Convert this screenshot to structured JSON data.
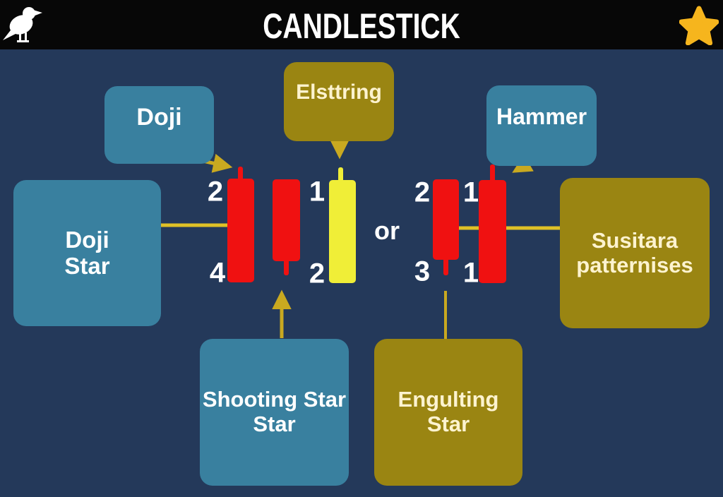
{
  "header": {
    "title": "CANDLESTICK",
    "left_icon": "bird-icon",
    "right_icon": "star-icon"
  },
  "colors": {
    "background": "#24395a",
    "header_bar": "#070707",
    "teal_box": "#39809f",
    "olive_box": "#9a8512",
    "red_candle": "#f01111",
    "yellow_candle": "#f0ee37",
    "connector": "#c9a920",
    "connector_line": "#dfc126",
    "connector_dot": "#f2b32b",
    "star": "#f6b51d",
    "text": "#ffffff"
  },
  "diagram": {
    "or_label": "or",
    "nodes": [
      {
        "id": "doji",
        "label": "Doji",
        "style": "teal"
      },
      {
        "id": "elsttring",
        "label": "Elsttring",
        "style": "olive"
      },
      {
        "id": "hammer",
        "label": "Hammer",
        "style": "teal"
      },
      {
        "id": "doji-star",
        "label": "Doji\nStar",
        "style": "teal"
      },
      {
        "id": "susitara",
        "label": "Susitara\npatternises",
        "style": "olive"
      },
      {
        "id": "shooting-star",
        "label": "Shooting Star\nStar",
        "style": "teal"
      },
      {
        "id": "engulting-star",
        "label": "Engulting\nStar",
        "style": "olive"
      }
    ],
    "candles": [
      {
        "id": "left-1",
        "color": "red",
        "wick": "top"
      },
      {
        "id": "left-2",
        "color": "red",
        "wick": "bottom"
      },
      {
        "id": "left-3",
        "color": "yellow",
        "wick": "top"
      },
      {
        "id": "right-1",
        "color": "red",
        "wick": "bottom"
      },
      {
        "id": "right-2",
        "color": "red",
        "wick": "top"
      }
    ],
    "candle_numbers": [
      "2",
      "4",
      "1",
      "2",
      "2",
      "3",
      "1",
      "1"
    ],
    "connections": [
      {
        "from": "doji",
        "to": "left-1",
        "type": "arrow"
      },
      {
        "from": "elsttring",
        "to": "left-3",
        "type": "arrow"
      },
      {
        "from": "hammer",
        "to": "right-2",
        "type": "arrow"
      },
      {
        "from": "doji-star",
        "to": "left-1",
        "type": "line-dot"
      },
      {
        "from": "right-1",
        "to": "susitara",
        "type": "line-dot"
      },
      {
        "from": "shooting-star",
        "to": "left-2",
        "type": "arrow-up"
      },
      {
        "from": "right-1",
        "to": "engulting-star",
        "type": "line"
      }
    ]
  }
}
